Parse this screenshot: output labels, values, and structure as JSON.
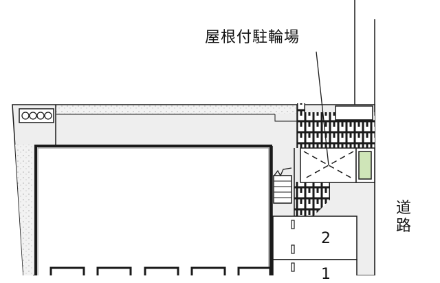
{
  "map": {
    "labels": {
      "bike_parking": "屋根付駐輪場",
      "road": "道路"
    },
    "parking_slots": [
      {
        "number": "2"
      },
      {
        "number": "1"
      }
    ],
    "meter_box_icon": "meter-icon",
    "colors": {
      "line": "#1a1a1a",
      "ground": "#eeeeee",
      "gravel": "#f2f2f2",
      "planter": "#cfe5b8",
      "building_fill": "#ffffff"
    }
  }
}
